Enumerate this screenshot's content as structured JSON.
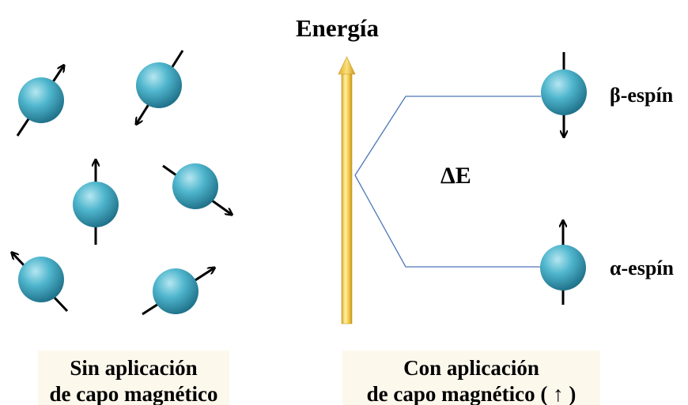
{
  "energy_label": "Energía",
  "delta_e_label": "ΔE",
  "beta_label": "β-espín",
  "alpha_label": "α-espín",
  "caption_left": {
    "line1": "Sin aplicación",
    "line2": "de capo magnético"
  },
  "caption_right": {
    "line1": "Con aplicación",
    "line2": "de capo magnético ( ↑ )"
  },
  "colors": {
    "sphere_light": "#9fdbea",
    "sphere_mid": "#4ab4cc",
    "sphere_dark": "#1d6f86",
    "arrow_gold_light": "#fff1a8",
    "arrow_gold": "#f2c23c",
    "arrow_gold_edge": "#c9961a",
    "level_line": "#4f78b8",
    "caption_bg": "#fdf8ec",
    "text": "#000000"
  }
}
